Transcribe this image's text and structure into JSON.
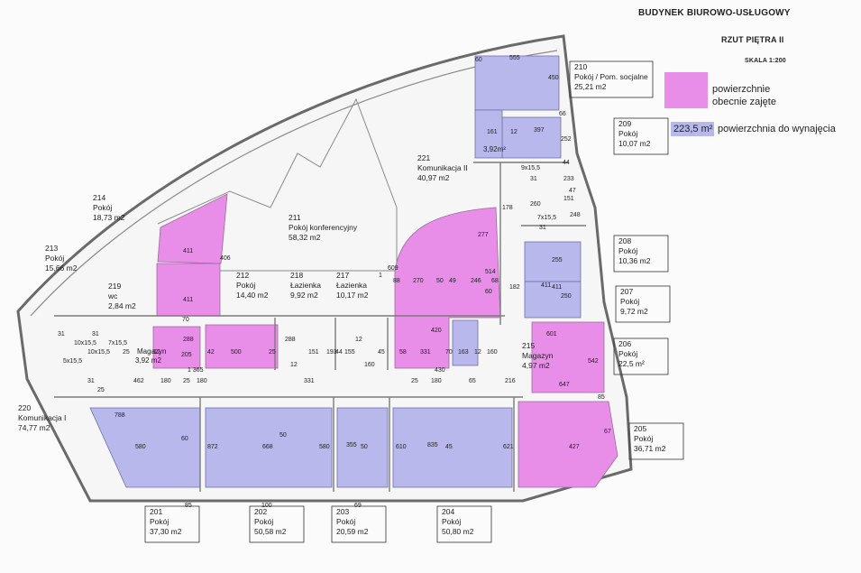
{
  "header": {
    "building": "BUDYNEK BIUROWO-USŁUGOWY",
    "floor": "RZUT PIĘTRA II",
    "scale": "SKALA 1:200"
  },
  "legend": {
    "occupied_color": "#e98ee8",
    "available_color": "#b9b8ec",
    "occupied_line1": "powierzchnie",
    "occupied_line2": "obecnie zajęte",
    "available_value": "223,5 m²",
    "available_label": "powierzchnia do wynajęcia"
  },
  "rooms": [
    {
      "id": "r210",
      "lines": [
        "210",
        "Pokój / Pom. socjalne",
        "25,21 m2"
      ]
    },
    {
      "id": "r209",
      "lines": [
        "209",
        "Pokój",
        "10,07 m2"
      ]
    },
    {
      "id": "r221",
      "lines": [
        "221",
        "Komunikacja II",
        "40,97 m2"
      ]
    },
    {
      "id": "r214",
      "lines": [
        "214",
        "Pokój",
        "18,73 m2"
      ]
    },
    {
      "id": "r211",
      "lines": [
        "211",
        "Pokój konferencyjny",
        "58,32 m2"
      ]
    },
    {
      "id": "r213",
      "lines": [
        "213",
        "Pokój",
        "15,66 m2"
      ]
    },
    {
      "id": "r212",
      "lines": [
        "212",
        "Pokój",
        "14,40 m2"
      ]
    },
    {
      "id": "r218",
      "lines": [
        "218",
        "Łazienka",
        "9,92 m2"
      ]
    },
    {
      "id": "r217",
      "lines": [
        "217",
        "Łazienka",
        "10,17 m2"
      ]
    },
    {
      "id": "r219",
      "lines": [
        "219",
        "wc",
        "2,84 m2"
      ]
    },
    {
      "id": "r208",
      "lines": [
        "208",
        "Pokój",
        "10,36 m2"
      ]
    },
    {
      "id": "r207",
      "lines": [
        "207",
        "Pokój",
        "9,72 m2"
      ]
    },
    {
      "id": "r206",
      "lines": [
        "206",
        "Pokój",
        "22,5 m²"
      ]
    },
    {
      "id": "r215",
      "lines": [
        "215",
        "Magazyn",
        "4,97 m2"
      ]
    },
    {
      "id": "r220",
      "lines": [
        "220",
        "Komunikacja I",
        "74,77 m2"
      ]
    },
    {
      "id": "r205",
      "lines": [
        "205",
        "Pokój",
        "36,71 m2"
      ]
    },
    {
      "id": "r201",
      "lines": [
        "201",
        "Pokój",
        "37,30 m2"
      ]
    },
    {
      "id": "r202",
      "lines": [
        "202",
        "Pokój",
        "50,58 m2"
      ]
    },
    {
      "id": "r203",
      "lines": [
        "203",
        "Pokój",
        "20,59 m2"
      ]
    },
    {
      "id": "r204",
      "lines": [
        "204",
        "Pokój",
        "50,80 m2"
      ]
    }
  ],
  "magazyn_small": [
    "Magazyn",
    "3,92 m2"
  ],
  "area_small": "3,92m²",
  "dimensions": [
    "60",
    "555",
    "450",
    "161",
    "12",
    "397",
    "252",
    "66",
    "44",
    "9x15,5",
    "31",
    "233",
    "47",
    "260",
    "178",
    "151",
    "248",
    "7x15,5",
    "31",
    "277",
    "255",
    "514",
    "68",
    "88",
    "270",
    "50",
    "49",
    "246",
    "60",
    "411",
    "182",
    "250",
    "411",
    "420",
    "601",
    "542",
    "58",
    "331",
    "70",
    "163",
    "12",
    "160",
    "647",
    "411",
    "411",
    "406",
    "70",
    "25",
    "288",
    "12",
    "205",
    "42",
    "500",
    "25",
    "288",
    "12",
    "151",
    "193",
    "44",
    "155",
    "12",
    "160",
    "45",
    "1",
    "609",
    "10x15,5",
    "31",
    "10x15,5",
    "31",
    "7x15,5",
    "5x15,5",
    "31",
    "25",
    "462",
    "180",
    "25",
    "180",
    "1 365",
    "331",
    "25",
    "180",
    "430",
    "65",
    "216",
    "788",
    "580",
    "60",
    "872",
    "668",
    "50",
    "580",
    "355",
    "50",
    "610",
    "835",
    "45",
    "621",
    "427",
    "67",
    "85",
    "85",
    "100",
    "69"
  ]
}
